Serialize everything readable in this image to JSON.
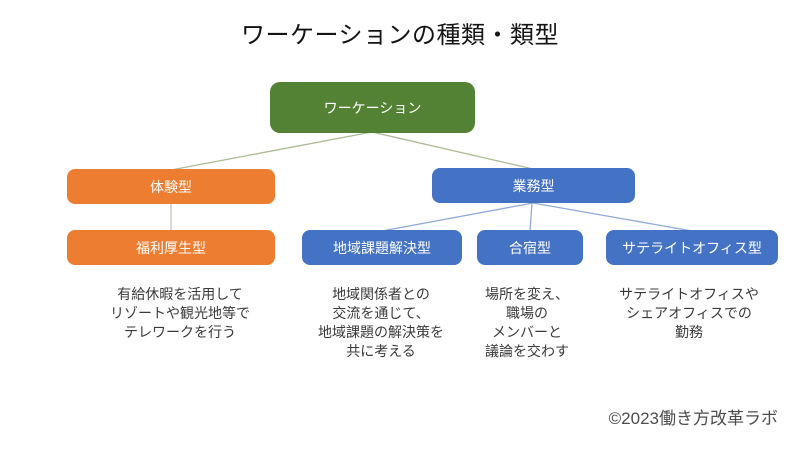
{
  "title": "ワーケーションの種類・類型",
  "copyright": "©2023働き方改革ラボ",
  "colors": {
    "root_green": "#548235",
    "branch_orange": "#ED7D31",
    "branch_blue": "#4472C4",
    "line_green": "#A9BC8F",
    "line_gray_green": "#BFC7B4",
    "line_blue": "#8FAADC",
    "title_text": "#141414",
    "body_text": "#3a3a3a",
    "node_text": "#ffffff"
  },
  "tree": {
    "root": {
      "label": "ワーケーション"
    },
    "branches": [
      {
        "label": "体験型",
        "children": [
          {
            "label": "福利厚生型",
            "description": "有給休暇を活用して\nリゾートや観光地等で\nテレワークを行う"
          }
        ]
      },
      {
        "label": "業務型",
        "children": [
          {
            "label": "地域課題解決型",
            "description": "地域関係者との\n交流を通じて、\n地域課題の解決策を\n共に考える"
          },
          {
            "label": "合宿型",
            "description": "場所を変え、\n職場の\nメンバーと\n議論を交わす"
          },
          {
            "label": "サテライトオフィス型",
            "description": "サテライトオフィスや\nシェアオフィスでの\n勤務"
          }
        ]
      }
    ]
  }
}
